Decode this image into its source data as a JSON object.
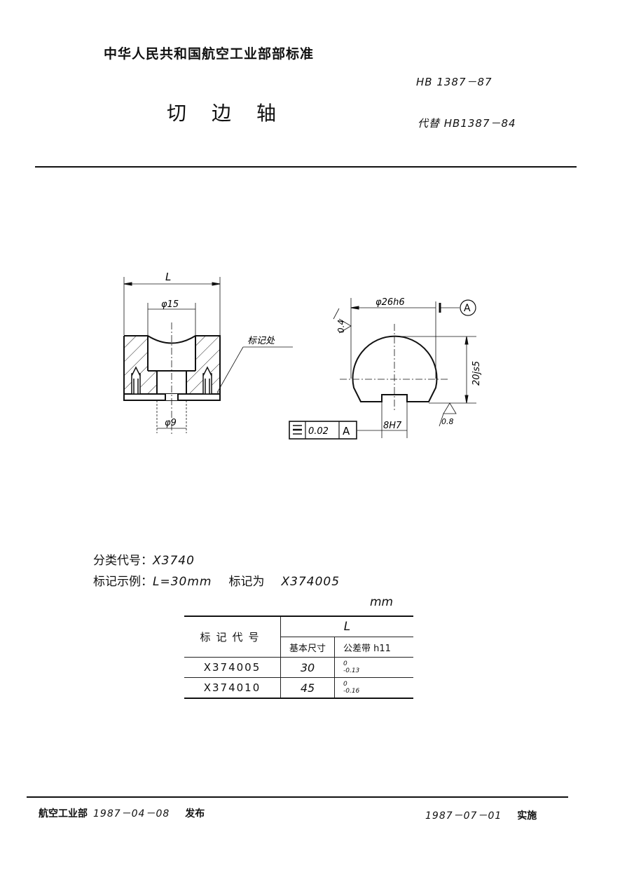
{
  "header": {
    "organization": "中华人民共和国航空工业部部标准",
    "standard_number": "HB 1387－87",
    "title_chars": [
      "切",
      "边",
      "轴"
    ],
    "replaces": "代替 HB1387－84"
  },
  "drawing": {
    "left_view": {
      "dim_length": "L",
      "dim_bore": "φ15",
      "dim_hole": "φ9",
      "marking_label": "标记处"
    },
    "right_view": {
      "dim_diameter": "φ26h6",
      "datum": "A",
      "dim_height": "20js5",
      "dim_slot": "8H7",
      "roughness_top": "0.4",
      "roughness_bottom": "0.8",
      "tolerance_frame": {
        "symbol": "symmetry",
        "value": "0.02",
        "datum": "A"
      }
    }
  },
  "info": {
    "classification_label": "分类代号：",
    "classification_value": "X3740",
    "example_label": "标记示例：",
    "example_condition": "L=30mm",
    "example_mark_label": "标记为",
    "example_mark_value": "X374005"
  },
  "table": {
    "unit": "mm",
    "header_code": "标记代号",
    "header_group": "L",
    "header_basic": "基本尺寸",
    "header_tolerance": "公差带 h11",
    "rows": [
      {
        "code": "X374005",
        "basic": "30",
        "tol_upper": "0",
        "tol_lower": "-0.13"
      },
      {
        "code": "X374010",
        "basic": "45",
        "tol_upper": "0",
        "tol_lower": "-0.16"
      }
    ]
  },
  "footer": {
    "issuer": "航空工业部",
    "issue_date": "1987－04－08",
    "issue_label": "发布",
    "effective_date": "1987－07－01",
    "effective_label": "实施"
  }
}
